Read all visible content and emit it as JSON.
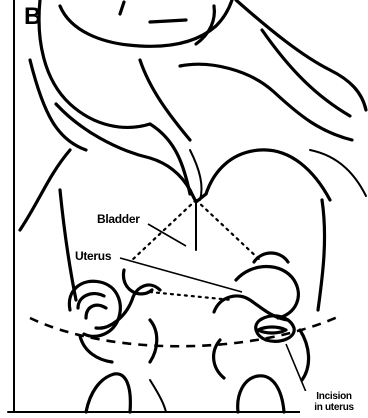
{
  "figure": {
    "panel_label": "B",
    "labels": {
      "bladder": "Bladder",
      "uterus": "Uterus",
      "incision_line1": "Incision",
      "incision_line2": "in uterus"
    }
  },
  "colors": {
    "ink": "#000000",
    "paper": "#ffffff"
  }
}
